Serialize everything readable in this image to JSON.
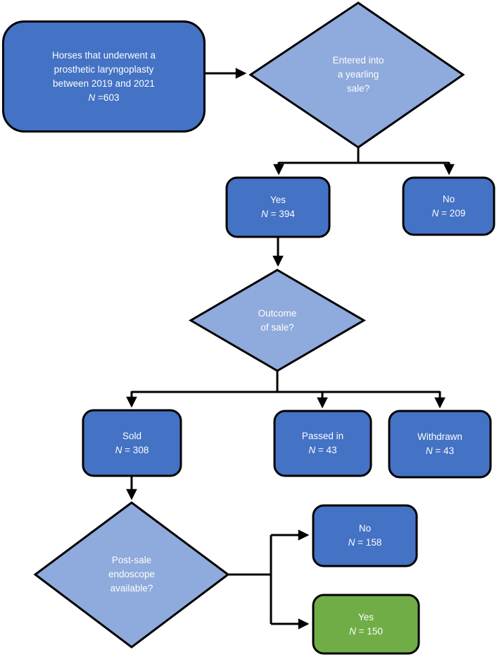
{
  "colors": {
    "box_blue": "#4472C4",
    "diamond_blue": "#8FAADC",
    "box_green": "#70AD47",
    "border": "#000000",
    "line": "#000000",
    "text": "#FFFFFF"
  },
  "flowchart": {
    "nodes": {
      "start": {
        "title": "Horses that underwent a\nprosthetic laryngoplasty\nbetween 2019 and 2021",
        "n_label": "N",
        "n_value": "=603"
      },
      "q_yearling": {
        "title": "Entered into\na yearling\nsale?"
      },
      "yes_sale": {
        "title": "Yes",
        "n_label": "N",
        "n_value": "= 394"
      },
      "no_sale": {
        "title": "No",
        "n_label": "N",
        "n_value": "= 209"
      },
      "q_outcome": {
        "title": "Outcome\nof sale?"
      },
      "sold": {
        "title": "Sold",
        "n_label": "N",
        "n_value": "= 308"
      },
      "passed_in": {
        "title": "Passed in",
        "n_label": "N",
        "n_value": "= 43"
      },
      "withdrawn": {
        "title": "Withdrawn",
        "n_label": "N",
        "n_value": "= 43"
      },
      "q_endoscope": {
        "title": "Post-sale\nendoscope\navailable?"
      },
      "endo_no": {
        "title": "No",
        "n_label": "N",
        "n_value": "= 158"
      },
      "endo_yes": {
        "title": "Yes",
        "n_label": "N",
        "n_value": "= 150"
      }
    }
  }
}
